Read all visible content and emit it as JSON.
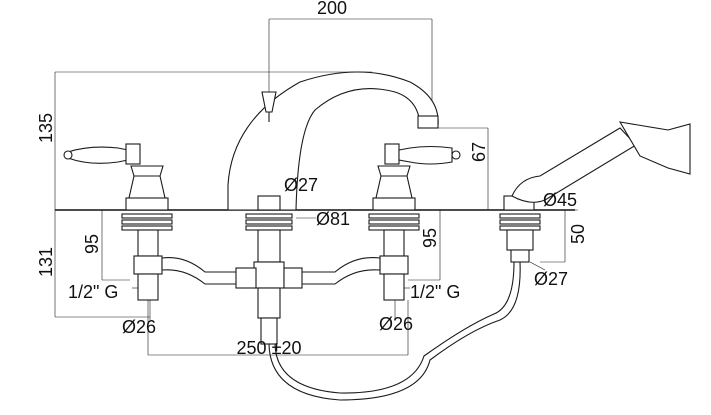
{
  "labels": {
    "width_200": "200",
    "height_135": "135",
    "height_131": "131",
    "depth_95_left": "95",
    "depth_95_right": "95",
    "height_67": "67",
    "dia_27_top": "Ø27",
    "dia_81": "Ø81",
    "dia_45": "Ø45",
    "height_50": "50",
    "dia_27_right": "Ø27",
    "thread_left": "1/2\" G",
    "thread_right": "1/2\" G",
    "dia_26_left": "Ø26",
    "dia_26_right": "Ø26",
    "spacing": "250 ±20"
  }
}
